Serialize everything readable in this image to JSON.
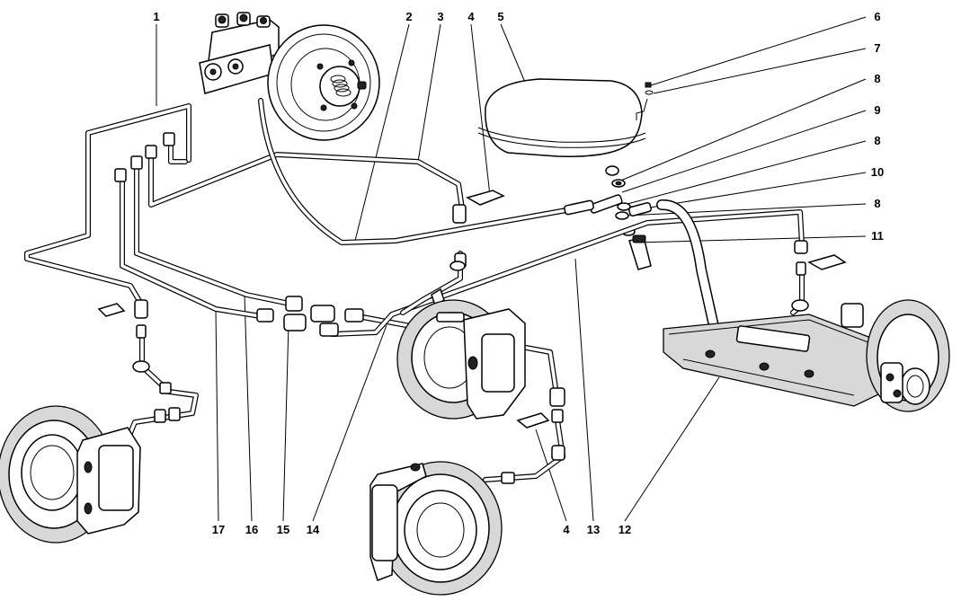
{
  "callouts": [
    {
      "id": "1",
      "label": "1"
    },
    {
      "id": "2",
      "label": "2"
    },
    {
      "id": "3",
      "label": "3"
    },
    {
      "id": "4a",
      "label": "4"
    },
    {
      "id": "5",
      "label": "5"
    },
    {
      "id": "6",
      "label": "6"
    },
    {
      "id": "7",
      "label": "7"
    },
    {
      "id": "8a",
      "label": "8"
    },
    {
      "id": "9",
      "label": "9"
    },
    {
      "id": "8b",
      "label": "8"
    },
    {
      "id": "10",
      "label": "10"
    },
    {
      "id": "8c",
      "label": "8"
    },
    {
      "id": "11",
      "label": "11"
    },
    {
      "id": "17",
      "label": "17"
    },
    {
      "id": "16",
      "label": "16"
    },
    {
      "id": "15",
      "label": "15"
    },
    {
      "id": "14",
      "label": "14"
    },
    {
      "id": "4b",
      "label": "4"
    },
    {
      "id": "13",
      "label": "13"
    },
    {
      "id": "12",
      "label": "12"
    }
  ],
  "colors": {
    "ink": "#000000",
    "paper": "#ffffff",
    "shade": "#d8d8d8"
  }
}
